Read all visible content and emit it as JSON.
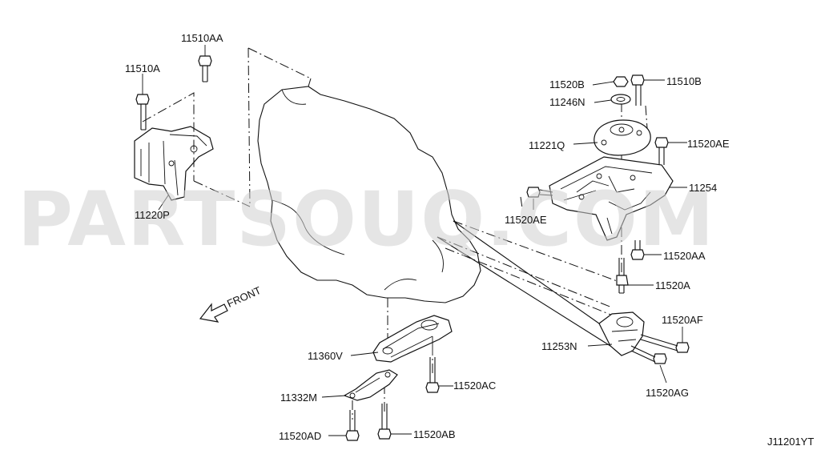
{
  "diagram": {
    "watermark": "PARTSOUQ.COM",
    "diagram_code": "J11201YT",
    "direction_label": "FRONT",
    "labels": {
      "p11510AA": "11510AA",
      "p11510A": "11510A",
      "p11220P": "11220P",
      "p11520B": "11520B",
      "p11510B": "11510B",
      "p11246N": "11246N",
      "p11221Q": "11221Q",
      "p11520AE_r": "11520AE",
      "p11254": "11254",
      "p11520AE_l": "11520AE",
      "p11520AA": "11520AA",
      "p11520A": "11520A",
      "p11520AF": "11520AF",
      "p11253N": "11253N",
      "p11520AG": "11520AG",
      "p11360V": "11360V",
      "p11520AC": "11520AC",
      "p11332M": "11332M",
      "p11520AD": "11520AD",
      "p11520AB": "11520AB"
    }
  }
}
